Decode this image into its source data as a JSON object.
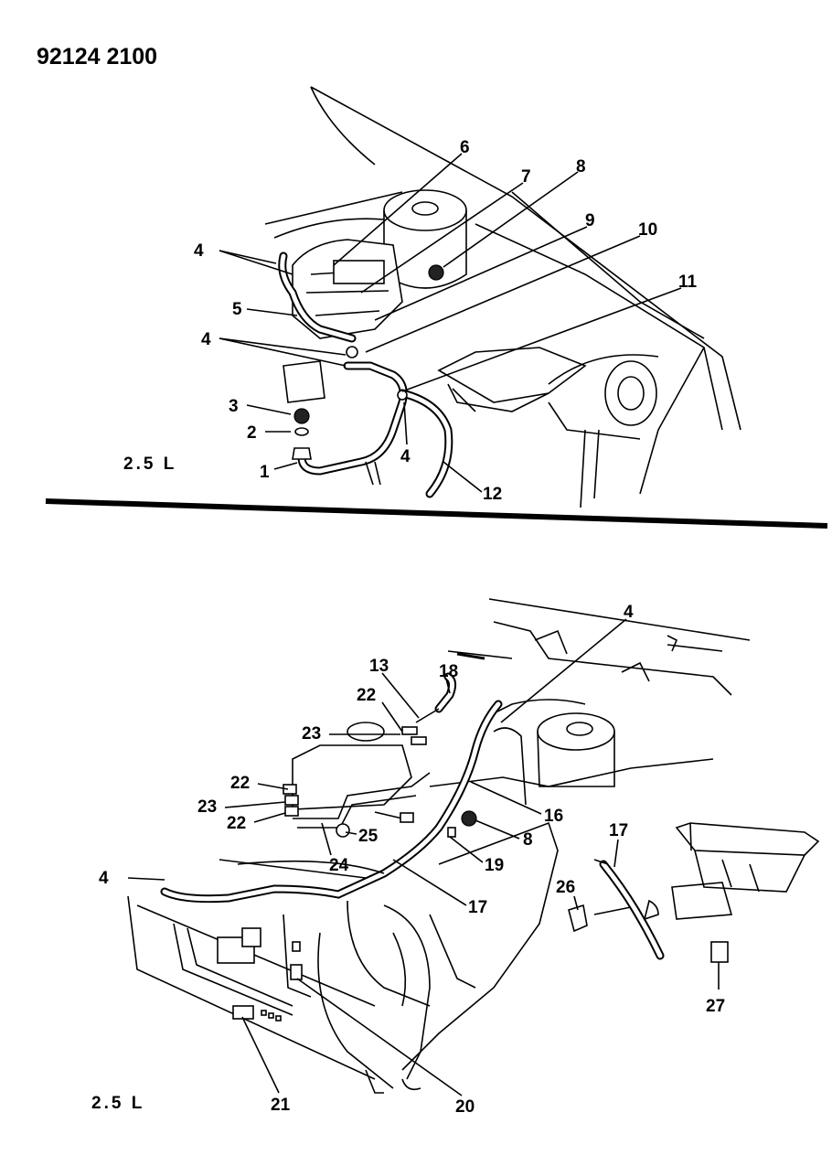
{
  "header": {
    "doc_number": "92124 2100"
  },
  "top_view": {
    "engine_label": "2.5 L",
    "callouts": [
      "1",
      "2",
      "3",
      "4",
      "4",
      "5",
      "6",
      "7",
      "8",
      "9",
      "10",
      "11",
      "12",
      "4"
    ]
  },
  "bottom_view": {
    "engine_label": "2.5 L",
    "callouts": [
      "4",
      "13",
      "18",
      "22",
      "23",
      "22",
      "23",
      "22",
      "16",
      "8",
      "25",
      "24",
      "19",
      "4",
      "17",
      "26",
      "17",
      "27",
      "20",
      "21"
    ]
  }
}
